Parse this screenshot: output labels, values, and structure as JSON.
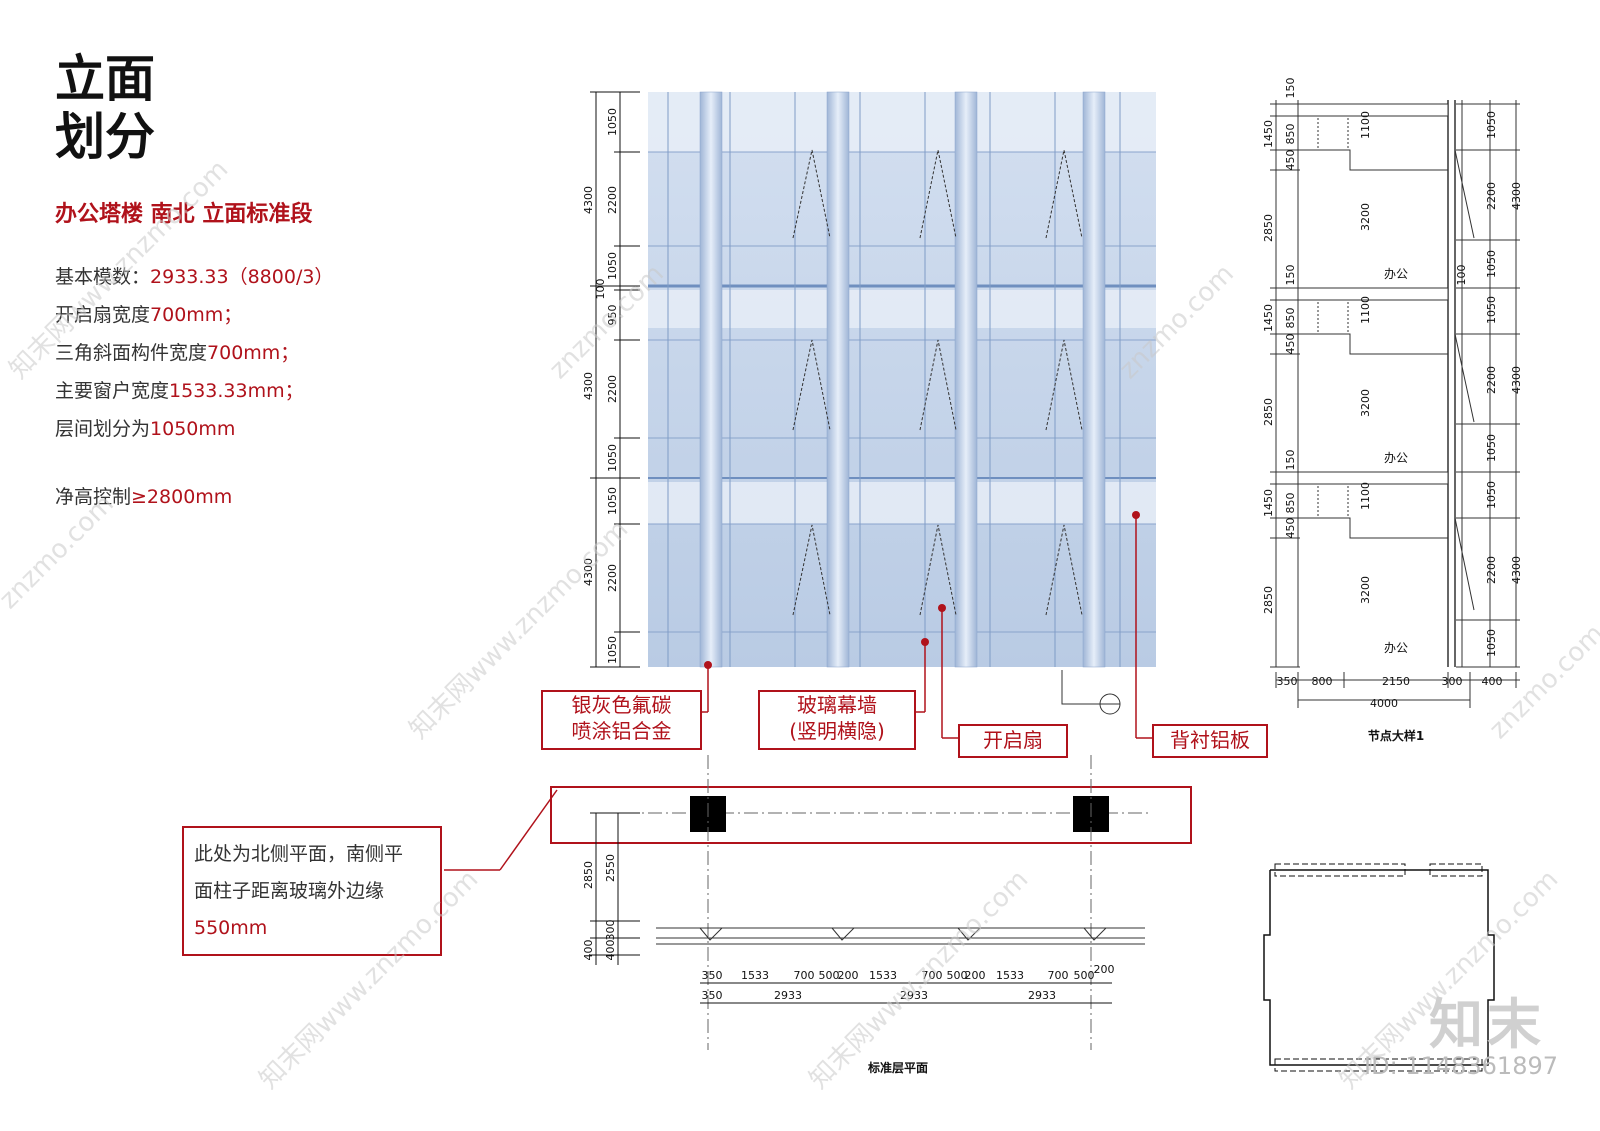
{
  "title": {
    "line1": "立面",
    "line2": "划分"
  },
  "subtitle": "办公塔楼 南北 立面标准段",
  "specs": [
    {
      "label": "基本模数：",
      "value": "2933.33（8800/3）"
    },
    {
      "label": " 开启扇宽度",
      "value": "700mm；"
    },
    {
      "label": "三角斜面构件宽度",
      "value": "700mm；"
    },
    {
      "label": "主要窗户宽度",
      "value": "1533.33mm；"
    },
    {
      "label": "层间划分为",
      "value": "1050mm"
    }
  ],
  "clear_height": {
    "label": "净高控制",
    "value": "≥2800mm"
  },
  "callouts": {
    "c1_line1": "银灰色氟碳",
    "c1_line2": "喷涂铝合金",
    "c2_line1": "玻璃幕墙",
    "c2_line2": "(竖明横隐)",
    "c3": "开启扇",
    "c4": "背衬铝板"
  },
  "note": {
    "line1": "此处为北侧平面，南侧平",
    "line2": "面柱子距离玻璃外边缘",
    "value": "550mm"
  },
  "elevation_dims": {
    "left_outer": [
      "4300",
      "4300",
      "4300"
    ],
    "left_inner": [
      "1050",
      "2200",
      "1050",
      "100",
      "950",
      "2200",
      "1050",
      "1050",
      "2200",
      "1050"
    ]
  },
  "plan": {
    "label": "标准层平面",
    "vertical_dims": [
      "2850",
      "2550",
      "400",
      "300",
      "400"
    ],
    "row1": [
      "350",
      "1533",
      "700",
      "500",
      "200",
      "1533",
      "700",
      "500",
      "200",
      "1533",
      "700",
      "500",
      "200"
    ],
    "row2": [
      "350",
      "2933",
      "2933",
      "2933"
    ]
  },
  "section": {
    "label": "节点大样1",
    "left_dims": [
      "150",
      "1450",
      "850",
      "450",
      "2850",
      "150",
      "1450",
      "850",
      "450",
      "2850",
      "150",
      "1450",
      "850",
      "450",
      "2850"
    ],
    "inner_dims": [
      "1100",
      "3200",
      "100",
      "1100",
      "3200",
      "1100",
      "3200"
    ],
    "right_inner": [
      "1050",
      "2200",
      "1050",
      "1050",
      "2200",
      "1050",
      "1050",
      "2200",
      "1050"
    ],
    "right_outer": [
      "4300",
      "4300",
      "4300"
    ],
    "room": "办公",
    "bottom_row1": [
      "350",
      "800",
      "2150",
      "300",
      "400"
    ],
    "bottom_row2": "4000"
  },
  "watermark": "znzmo.com",
  "watermark_cn": "知末网www.znzmo.com",
  "brand": "知末",
  "image_id": "ID: 1148361897",
  "colors": {
    "accent": "#b0121b",
    "glass": "#c4d4ea",
    "mullion": "#a7bcd9"
  }
}
